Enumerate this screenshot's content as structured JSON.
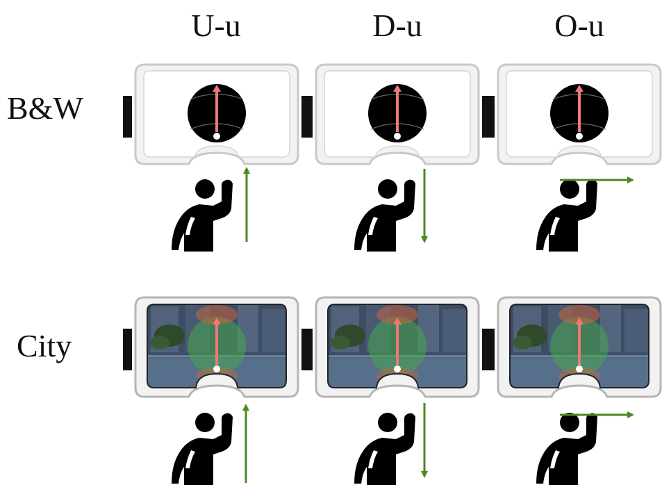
{
  "columns": [
    {
      "label": "U-u",
      "motion": "up"
    },
    {
      "label": "D-u",
      "motion": "down"
    },
    {
      "label": "O-u",
      "motion": "out"
    }
  ],
  "rows": [
    {
      "label": "B&W",
      "background": "black-and-white"
    },
    {
      "label": "City",
      "background": "city-scene"
    }
  ],
  "colors": {
    "arrow_green": "#4b8a1c",
    "pointer_red": "#f07878",
    "headset_outline": "#c9c9c9",
    "city_sky": "#3a4a63",
    "city_water": "#4f6a85",
    "gaze_green": "#47a84d",
    "gaze_orange": "#c8643c"
  },
  "icons": {
    "headset": "vr-headset-icon",
    "person": "person-raising-arm-icon"
  }
}
